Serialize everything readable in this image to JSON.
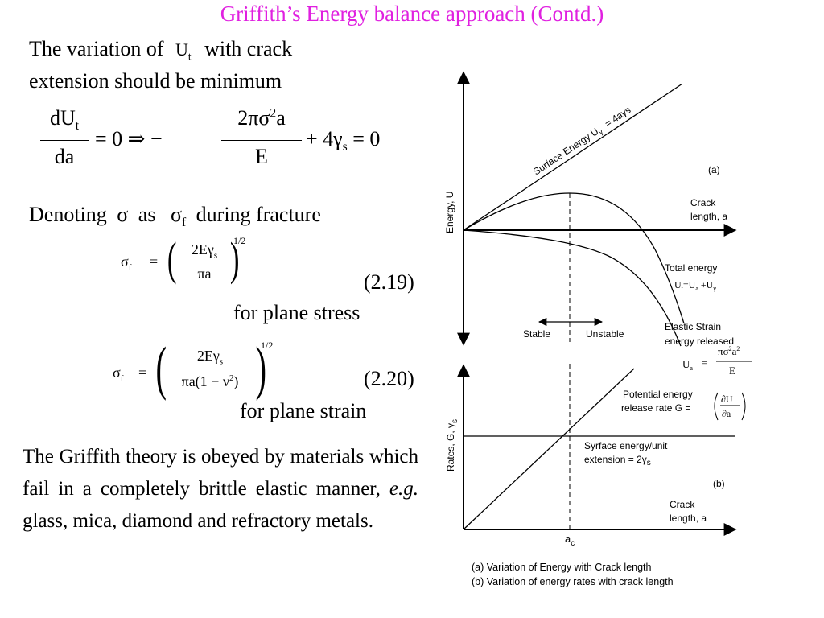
{
  "slide": {
    "title": "Griffith’s Energy balance approach (Contd.)",
    "title_color": "#e020e0"
  },
  "text": {
    "intro_1": "The variation of",
    "intro_Ut_main": "U",
    "intro_Ut_sub": "t",
    "intro_2": "with crack",
    "intro_3": "extension should be minimum",
    "denoting_1": "Denoting",
    "sigma": "σ",
    "denoting_as": "as",
    "sigma_f_main": "σ",
    "sigma_f_sub": "f",
    "denoting_2": "during fracture",
    "eq219_num": "(2.19)",
    "plane_stress": "for plane stress",
    "eq220_num": "(2.20)",
    "plane_strain": "for plane strain",
    "paragraph_1": "The Griffith theory is obeyed by materials which fail in a completely brittle elastic manner,",
    "paragraph_eg": "e.g.",
    "paragraph_2": "glass, mica, diamond and refractory metals."
  },
  "eq1": {
    "lhs_num": "dU",
    "lhs_num_sub": "t",
    "lhs_den": "da",
    "eq_zero": "= 0 ⇒ −",
    "rhs_num": "2πσ",
    "rhs_num_sup": "2",
    "rhs_num_tail": "a",
    "rhs_den": "E",
    "plus": "+ 4γ",
    "plus_sub": "s",
    "end": "= 0"
  },
  "eq219": {
    "lhs": "σ",
    "lhs_sub": "f",
    "equals": "=",
    "num": "2Eγ",
    "num_sub": "s",
    "den": "πa",
    "power": "1/2"
  },
  "eq220": {
    "lhs": "σ",
    "lhs_sub": "f",
    "equals": "=",
    "num": "2Eγ",
    "num_sub": "s",
    "den": "πa(1 − ν",
    "den_sup": "2",
    "den_tail": ")",
    "power": "1/2"
  },
  "diagram_a": {
    "y_axis_label": "Energy, U",
    "surface_label": "Surface Energy  U",
    "surface_label_sub": "γ",
    "surface_label_eq": "=   4aγ",
    "surface_label_s": "s",
    "panel_label": "(a)",
    "crack_label_1": "Crack",
    "crack_label_2": "length, a",
    "total_label": "Total energy",
    "total_eq": "U",
    "total_eq_sub": "t",
    "total_eq_rest": "=U",
    "total_eq_sub2": "a",
    "total_eq_rest2": " +U",
    "total_eq_sub3": "γ",
    "elastic_label_1": "Elastic Strain",
    "elastic_label_2": "energy released",
    "ua_lhs": "U",
    "ua_lhs_sub": "a",
    "ua_eq": "=",
    "ua_num": "πσ",
    "ua_num_sup1": "2",
    "ua_num_a": "a",
    "ua_num_sup2": "2",
    "ua_den": "E",
    "stable": "Stable",
    "unstable": "Unstable"
  },
  "diagram_b": {
    "y_axis_label": "Rates, G,  γ",
    "y_axis_label_sub": "s",
    "pe_label_1": "Potential energy",
    "pe_label_2": "release rate G =",
    "pe_num": "∂U",
    "pe_den": "∂a",
    "se_label_1": "Syrface energy/unit",
    "se_label_2": "extension = 2γ",
    "se_label_sub": "s",
    "panel_label": "(b)",
    "crack_label_1": "Crack",
    "crack_label_2": "length, a",
    "ac_main": "a",
    "ac_sub": "c"
  },
  "caption": {
    "line_a": "(a) Variation of Energy with Crack length",
    "line_b": "(b) Variation of energy rates with crack length"
  }
}
